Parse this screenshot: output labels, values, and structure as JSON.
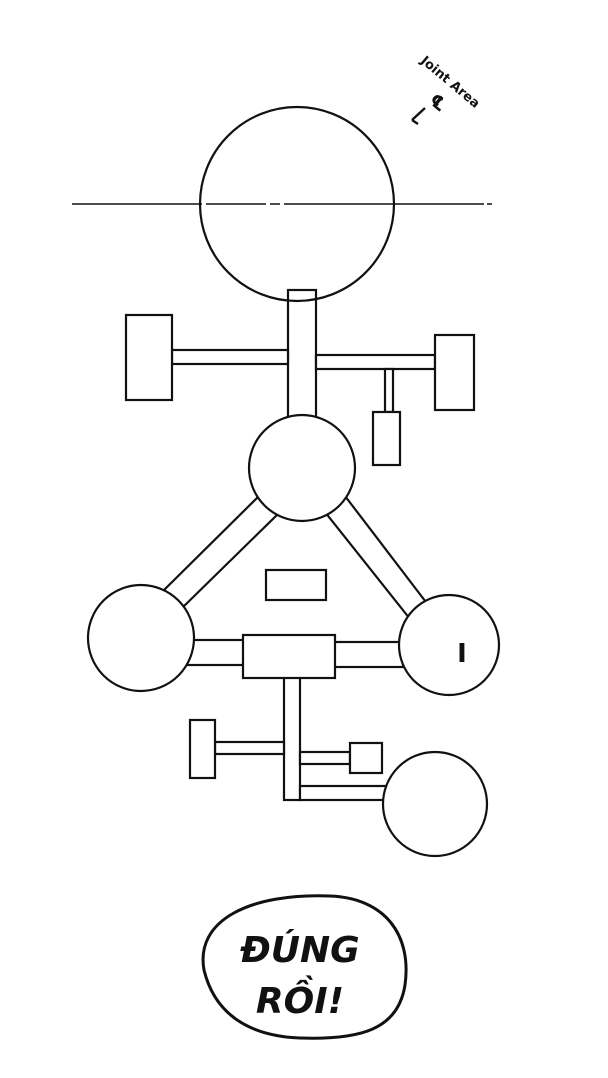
{
  "annotations": {
    "joint_area": "Joint Area",
    "centerline_symbol": "℄",
    "room_label": "I"
  },
  "speech_bubble": {
    "line1": "ĐÚNG",
    "line2": "RỒI!"
  },
  "colors": {
    "ink": "#111111",
    "paper": "#ffffff"
  }
}
